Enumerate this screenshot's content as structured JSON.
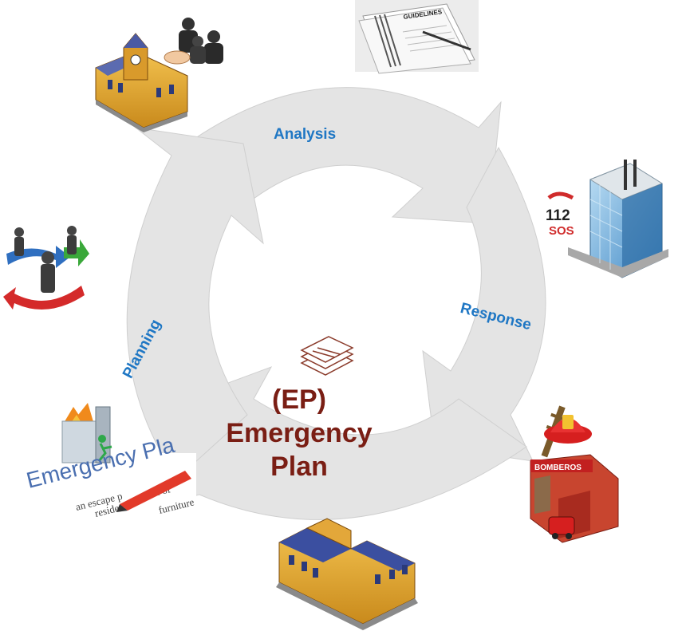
{
  "diagram": {
    "cycle_labels": {
      "analysis": "Analysis",
      "response": "Response",
      "planning": "Planning"
    },
    "center": {
      "line1": "(EP)",
      "line2": "Emergency",
      "line3": "Plan"
    },
    "icons": {
      "guidelines_doc": "GUIDELINES",
      "phone_number": "112",
      "phone_sos": "SOS",
      "fire_station_sign": "BOMBEROS",
      "plan_doc_heading": "Emergency Pla",
      "plan_doc_line1": "an escape p",
      "plan_doc_line2": "residence",
      "plan_doc_line3": "cation of",
      "plan_doc_line4": "furniture"
    }
  },
  "colors": {
    "arrow_fill": "#e4e4e4",
    "arrow_stroke": "#c8c8c8",
    "label_blue": "#1f77c4",
    "title_red": "#7a1e14"
  }
}
